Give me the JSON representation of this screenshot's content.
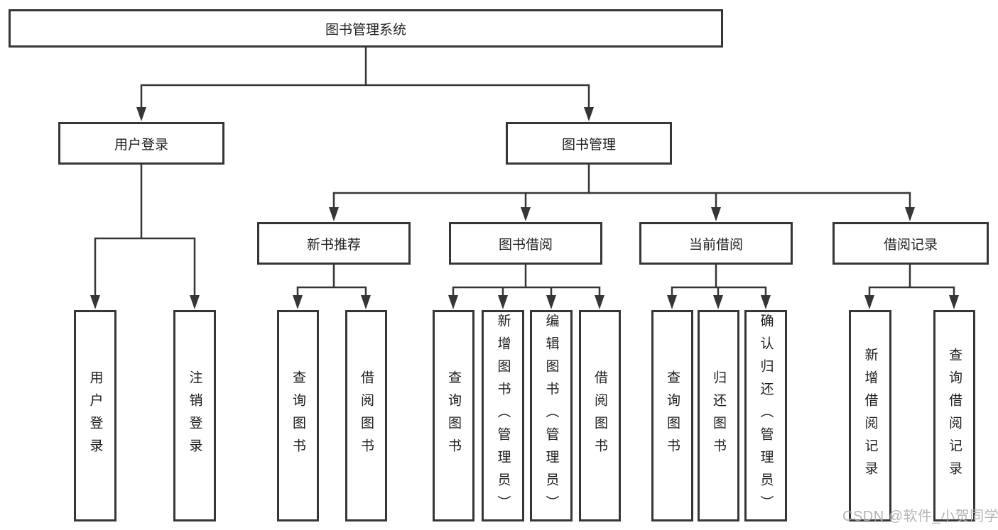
{
  "diagram": {
    "root": {
      "label": "图书管理系统"
    },
    "branches": [
      {
        "label": "用户登录",
        "children": [
          {
            "label": "用户登录"
          },
          {
            "label": "注销登录"
          }
        ]
      },
      {
        "label": "图书管理",
        "children": [
          {
            "label": "新书推荐",
            "children": [
              {
                "label": "查询图书"
              },
              {
                "label": "借阅图书"
              }
            ]
          },
          {
            "label": "图书借阅",
            "children": [
              {
                "label": "查询图书"
              },
              {
                "label": "新增图书（管理员）"
              },
              {
                "label": "编辑图书（管理员）"
              },
              {
                "label": "借阅图书"
              }
            ]
          },
          {
            "label": "当前借阅",
            "children": [
              {
                "label": "查询图书"
              },
              {
                "label": "归还图书"
              },
              {
                "label": "确认归还（管理员）"
              }
            ]
          },
          {
            "label": "借阅记录",
            "children": [
              {
                "label": "新增借阅记录"
              },
              {
                "label": "查询借阅记录"
              }
            ]
          }
        ]
      }
    ]
  },
  "colors": {
    "line": "#363636",
    "text": "#1e1e1e",
    "watermark": "#adadad",
    "background": "#ffffff"
  },
  "watermark": {
    "text": "CSDN @软件_小贺同学"
  }
}
